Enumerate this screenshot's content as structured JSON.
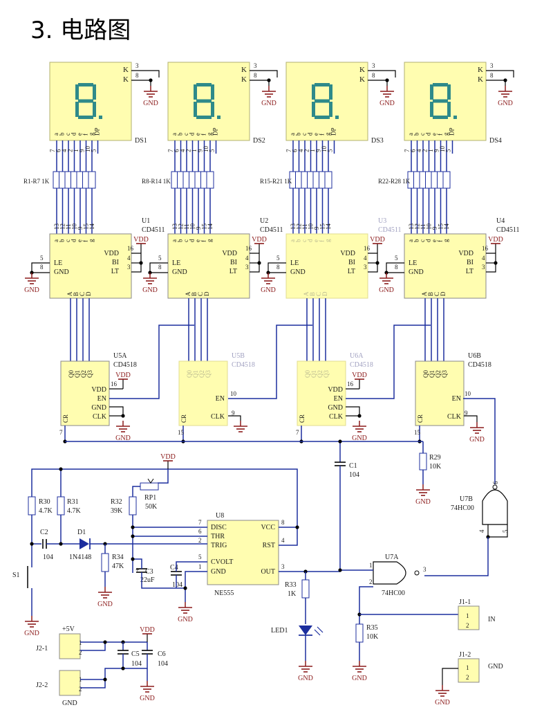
{
  "title": "3. 电路图",
  "displays": [
    {
      "ref": "DS1",
      "digit": "8.",
      "k1": "3",
      "k2": "8",
      "cap_k": "K",
      "gnd": "GND"
    },
    {
      "ref": "DS2",
      "digit": "8.",
      "k1": "3",
      "k2": "8",
      "cap_k": "K",
      "gnd": "GND"
    },
    {
      "ref": "DS3",
      "digit": "8.",
      "k1": "3",
      "k2": "8",
      "cap_k": "K",
      "gnd": "GND"
    },
    {
      "ref": "DS4",
      "digit": "8.",
      "k1": "3",
      "k2": "8",
      "cap_k": "K",
      "gnd": "GND"
    }
  ],
  "segment_pins": [
    "a",
    "b",
    "c",
    "d",
    "e",
    "f",
    "g",
    "DP"
  ],
  "display_pin_numbers": [
    "7",
    "6",
    "4",
    "2",
    "1",
    "9",
    "10",
    "5"
  ],
  "resistor_arrays": [
    "R1-R7 1K",
    "R8-R14 1K",
    "R15-R21 1K",
    "R22-R28 1K"
  ],
  "decoders": [
    {
      "ref": "U1",
      "part": "CD4511"
    },
    {
      "ref": "U2",
      "part": "CD4511"
    },
    {
      "ref": "U3",
      "part": "CD4511"
    },
    {
      "ref": "U4",
      "part": "CD4511"
    }
  ],
  "decoder_pin_numbers": [
    "13",
    "12",
    "11",
    "10",
    "9",
    "15",
    "14"
  ],
  "decoder_pins": {
    "le": "LE",
    "gnd": "GND",
    "vdd": "VDD",
    "bi": "BI",
    "lt": "LT",
    "vdd_pin": "16",
    "bi_pin": "4",
    "lt_pin": "3",
    "le_pin": "5",
    "gnd_pin": "8"
  },
  "decoder_inputs": [
    "A",
    "B",
    "C",
    "D"
  ],
  "counters": [
    {
      "ref": "U5A",
      "part": "CD4518"
    },
    {
      "ref": "U5B",
      "part": "CD4518"
    },
    {
      "ref": "U6A",
      "part": "CD4518"
    },
    {
      "ref": "U6B",
      "part": "CD4518"
    }
  ],
  "counter_outputs": [
    "Q0",
    "Q1",
    "Q2",
    "Q3"
  ],
  "counter_pins": {
    "vdd": "VDD",
    "en": "EN",
    "gnd": "GND",
    "clk": "CLK",
    "cr": "CR"
  },
  "counter_pin_numbers": {
    "u5a_cr": "7",
    "u5b_cr": "15",
    "u6a_cr": "7",
    "u6b_cr": "15",
    "vdd": "16",
    "en_b": "10",
    "clk_b": "9"
  },
  "vdd_label": "VDD",
  "gnd_label": "GND",
  "c1": {
    "ref": "C1",
    "value": "104"
  },
  "r29": {
    "ref": "R29",
    "value": "10K"
  },
  "u7b": {
    "ref": "U7B",
    "part": "74HC00",
    "pins": [
      "6",
      "4",
      "5"
    ]
  },
  "u7a": {
    "ref": "U7A",
    "part": "74HC00",
    "pins": [
      "1",
      "2",
      "3"
    ]
  },
  "u8": {
    "ref": "U8",
    "part": "NE555",
    "pins": {
      "disc": "DISC",
      "thr": "THR",
      "trig": "TRIG",
      "cvolt": "CVOLT",
      "gnd": "GND",
      "vcc": "VCC",
      "rst": "RST",
      "out": "OUT"
    },
    "pin_numbers": [
      "7",
      "6",
      "2",
      "5",
      "1",
      "8",
      "4",
      "3"
    ]
  },
  "r30": {
    "ref": "R30",
    "value": "4.7K"
  },
  "r31": {
    "ref": "R31",
    "value": "4.7K"
  },
  "r32": {
    "ref": "R32",
    "value": "39K"
  },
  "rp1": {
    "ref": "RP1",
    "value": "50K"
  },
  "r33": {
    "ref": "R33",
    "value": "1K"
  },
  "r34": {
    "ref": "R34",
    "value": "47K"
  },
  "r35": {
    "ref": "R35",
    "value": "10K"
  },
  "c2": {
    "ref": "C2",
    "value": "104"
  },
  "c3": {
    "ref": "C3",
    "value": "22uF"
  },
  "c4": {
    "ref": "C4",
    "value": "104"
  },
  "c5": {
    "ref": "C5",
    "value": "104"
  },
  "c6": {
    "ref": "C6",
    "value": "104"
  },
  "d1": {
    "ref": "D1",
    "value": "1N4148"
  },
  "s1": {
    "ref": "S1"
  },
  "led1": {
    "ref": "LED1"
  },
  "j2_1": {
    "ref": "J2-1",
    "label": "+5V"
  },
  "j2_2": {
    "ref": "J2-2",
    "label": "GND"
  },
  "j1_1": {
    "ref": "J1-1",
    "label": "IN"
  },
  "j1_2": {
    "ref": "J1-2",
    "label": "GND"
  },
  "conn_pins": [
    "1",
    "2"
  ],
  "colors": {
    "chip_fill": "#fffdb0",
    "wire": "#1c2e9e",
    "power_label": "#8b1a1a"
  }
}
